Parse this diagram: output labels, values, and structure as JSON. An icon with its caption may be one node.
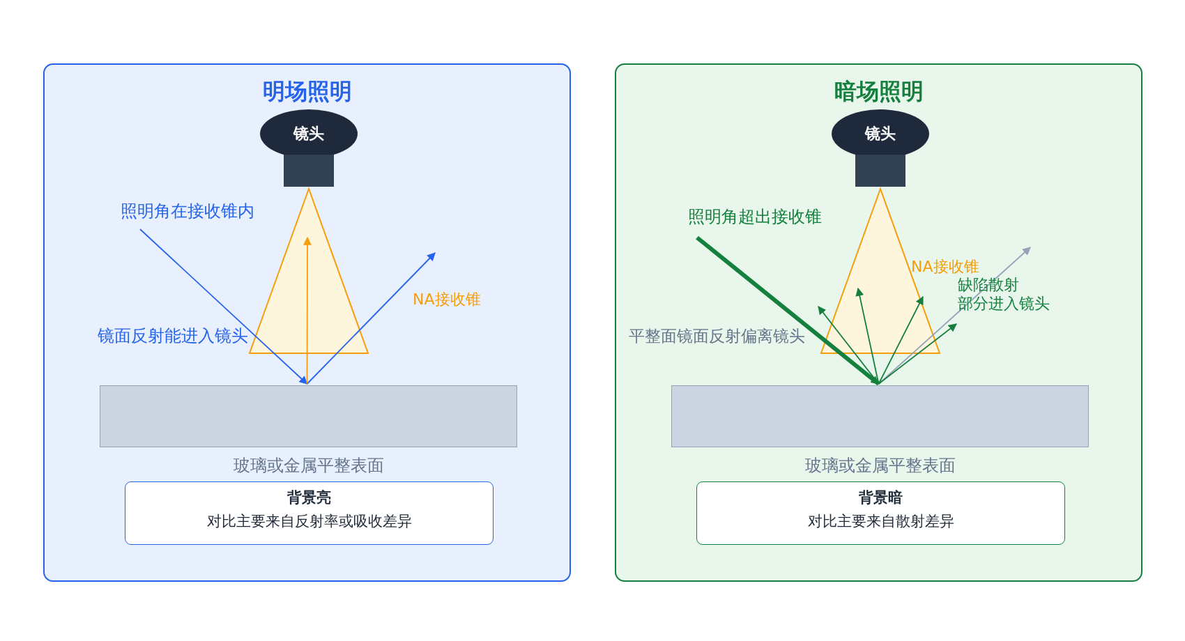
{
  "diagram": {
    "nodes": [
      {
        "text": [
          "明场照明"
        ]
      },
      {
        "text": [
          "镜头"
        ],
        "in": 0
      },
      {
        "text": [],
        "shape": "triangle",
        "in": 0,
        "beside": [
          "NA接收锥"
        ]
      },
      {
        "text": [
          "玻璃或金属平整表面"
        ],
        "in": 0
      },
      {
        "text": [
          "背景亮",
          "对比主要来自反射率或吸收差异"
        ],
        "in": 0
      },
      {
        "text": [
          "暗场照明"
        ]
      },
      {
        "text": [
          "镜头"
        ],
        "in": 5
      },
      {
        "text": [],
        "shape": "triangle",
        "in": 5,
        "beside": [
          "NA接收锥"
        ]
      },
      {
        "text": [
          "玻璃或金属平整表面"
        ],
        "in": 5
      },
      {
        "text": [
          "背景暗",
          "对比主要来自散射差异"
        ],
        "in": 5
      }
    ],
    "edges": [
      {
        "from": null,
        "to": 3,
        "arrow": "to",
        "color": "#2563eb"
      },
      {
        "from": 3,
        "to": 2,
        "arrow": "to",
        "color": "#2563eb"
      },
      {
        "from": 3,
        "to": 2,
        "arrow": "to",
        "color": "#f59e0b"
      },
      {
        "from": null,
        "to": 8,
        "arrow": "to",
        "style": "thick",
        "color": "#15803d"
      },
      {
        "from": 8,
        "to": 7,
        "arrow": "to",
        "color": "#94a3b8"
      },
      {
        "from": 8,
        "to": 7,
        "arrow": "to",
        "color": "#15803d"
      },
      {
        "from": 8,
        "to": 7,
        "arrow": "to",
        "color": "#15803d"
      },
      {
        "from": 8,
        "to": 7,
        "arrow": "to",
        "color": "#15803d"
      },
      {
        "from": 8,
        "to": 7,
        "arrow": "to",
        "color": "#15803d"
      }
    ],
    "labels": [
      "照明角在接收锥内",
      "镜面反射能进入镜头",
      "照明角超出接收锥",
      "缺陷散射",
      "部分进入镜头",
      "平整面镜面反射偏离镜头"
    ]
  }
}
